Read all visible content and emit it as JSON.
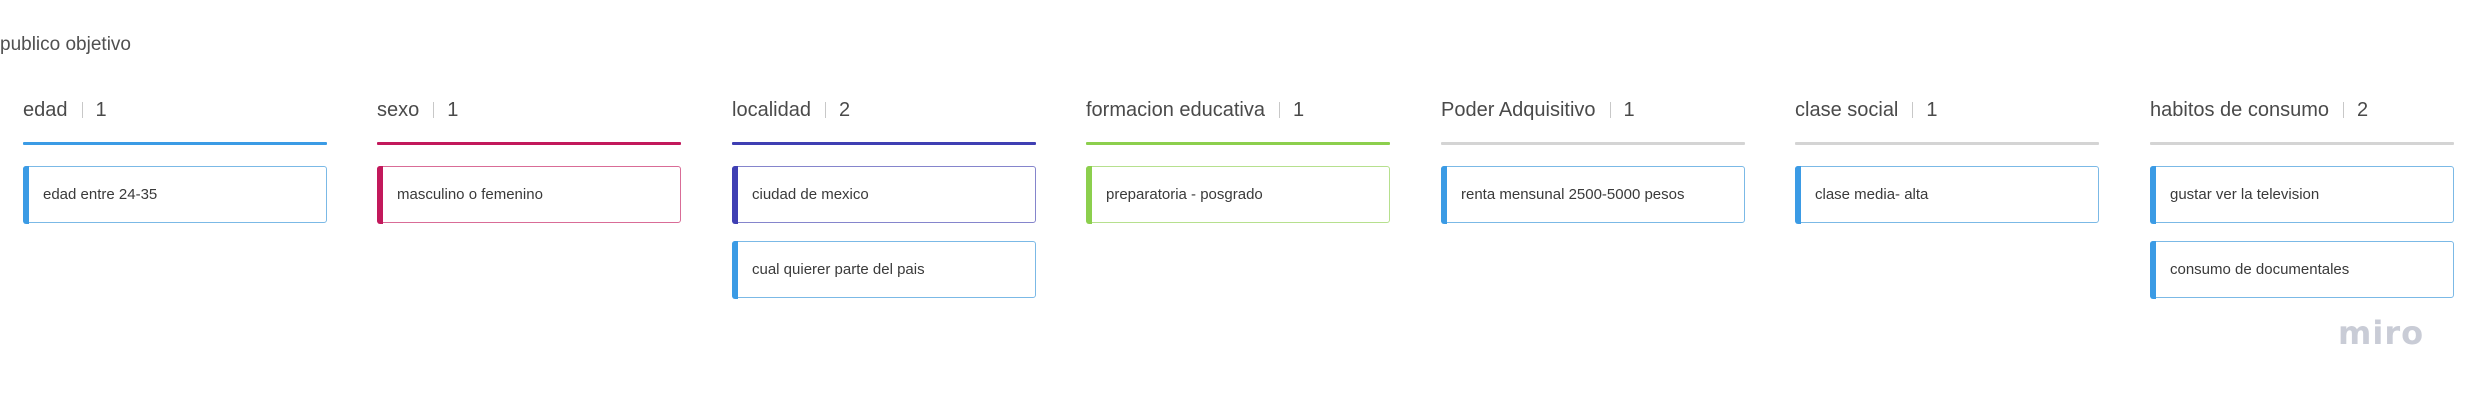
{
  "board": {
    "title": "publico objetivo"
  },
  "columns": [
    {
      "title": "edad",
      "count": "1",
      "color": "#3b9be5",
      "cards": [
        {
          "text": "edad entre 24-35",
          "color": "#3b9be5",
          "border": "#7bb9e6"
        }
      ]
    },
    {
      "title": "sexo",
      "count": "1",
      "color": "#c2185b",
      "cards": [
        {
          "text": "masculino o femenino",
          "color": "#c2185b",
          "border": "#d96c97"
        }
      ]
    },
    {
      "title": "localidad",
      "count": "2",
      "color": "#3f3fb3",
      "cards": [
        {
          "text": "ciudad de mexico",
          "color": "#3f3fb3",
          "border": "#8585cc"
        },
        {
          "text": "cual quierer parte del pais",
          "color": "#3b9be5",
          "border": "#7bb9e6"
        }
      ]
    },
    {
      "title": "formacion educativa",
      "count": "1",
      "color": "#8ccf4d",
      "cards": [
        {
          "text": "preparatoria - posgrado",
          "color": "#8ccf4d",
          "border": "#b6e08e"
        }
      ]
    },
    {
      "title": "Poder Adquisitivo",
      "count": "1",
      "color": "#d4d4d4",
      "cards": [
        {
          "text": "renta mensunal 2500-5000 pesos",
          "color": "#3b9be5",
          "border": "#7bb9e6"
        }
      ]
    },
    {
      "title": "clase social",
      "count": "1",
      "color": "#d4d4d4",
      "cards": [
        {
          "text": "clase media- alta",
          "color": "#3b9be5",
          "border": "#7bb9e6"
        }
      ]
    },
    {
      "title": "habitos de consumo",
      "count": "2",
      "color": "#d4d4d4",
      "cards": [
        {
          "text": "gustar ver la television",
          "color": "#3b9be5",
          "border": "#7bb9e6"
        },
        {
          "text": "consumo de documentales",
          "color": "#3b9be5",
          "border": "#7bb9e6"
        }
      ]
    }
  ],
  "logo": {
    "text": "miro"
  }
}
